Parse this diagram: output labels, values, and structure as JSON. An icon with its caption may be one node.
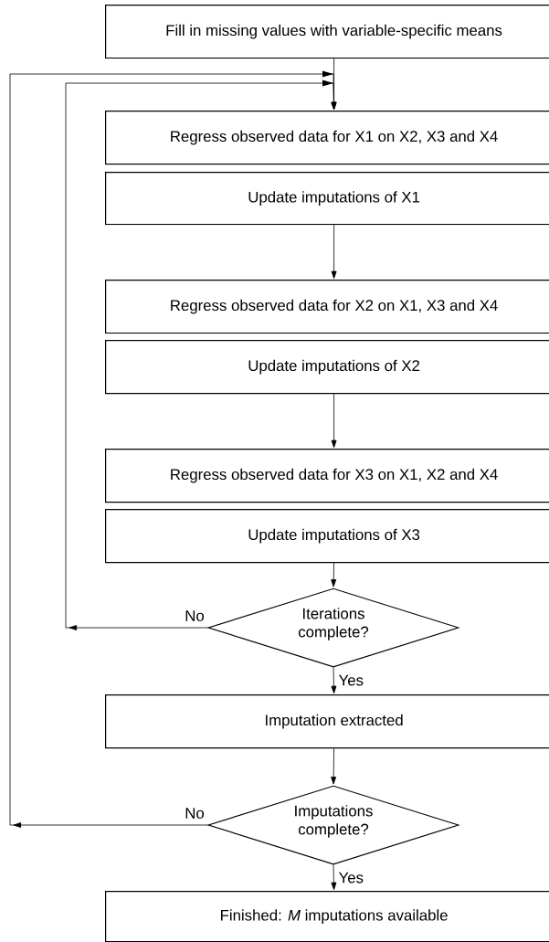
{
  "diagram": {
    "nodes": [
      {
        "text": [
          "Fill in missing values with variable-specific means"
        ]
      },
      {
        "text": [
          "Regress observed data for X1 on X2, X3 and X4"
        ]
      },
      {
        "text": [
          "Update imputations of X1"
        ]
      },
      {
        "text": [
          "Regress observed data for X2 on X1, X3 and X4"
        ]
      },
      {
        "text": [
          "Update imputations of X2"
        ]
      },
      {
        "text": [
          "Regress observed data for X3 on X1, X2 and X4"
        ]
      },
      {
        "text": [
          "Update imputations of X3"
        ]
      },
      {
        "text": [
          "Iterations complete?"
        ]
      },
      {
        "text": [
          "Imputation extracted"
        ]
      },
      {
        "text": [
          "Imputations complete?"
        ]
      },
      {
        "text": [
          "Finished: *M* imputations available"
        ]
      }
    ],
    "edges": [
      {
        "from": 0,
        "to": 1,
        "arrow": "to"
      },
      {
        "from": 2,
        "to": 3,
        "arrow": "to"
      },
      {
        "from": 4,
        "to": 5,
        "arrow": "to"
      },
      {
        "from": 6,
        "to": 7,
        "arrow": "to"
      },
      {
        "from": 7,
        "to": 8,
        "arrow": "to",
        "label": "Yes"
      },
      {
        "from": 7,
        "to": 1,
        "arrow": "to",
        "label": "No"
      },
      {
        "from": 8,
        "to": 9,
        "arrow": "to"
      },
      {
        "from": 9,
        "to": 10,
        "arrow": "to",
        "label": "Yes"
      },
      {
        "from": 9,
        "to": 1,
        "arrow": "to",
        "label": "No"
      }
    ]
  }
}
